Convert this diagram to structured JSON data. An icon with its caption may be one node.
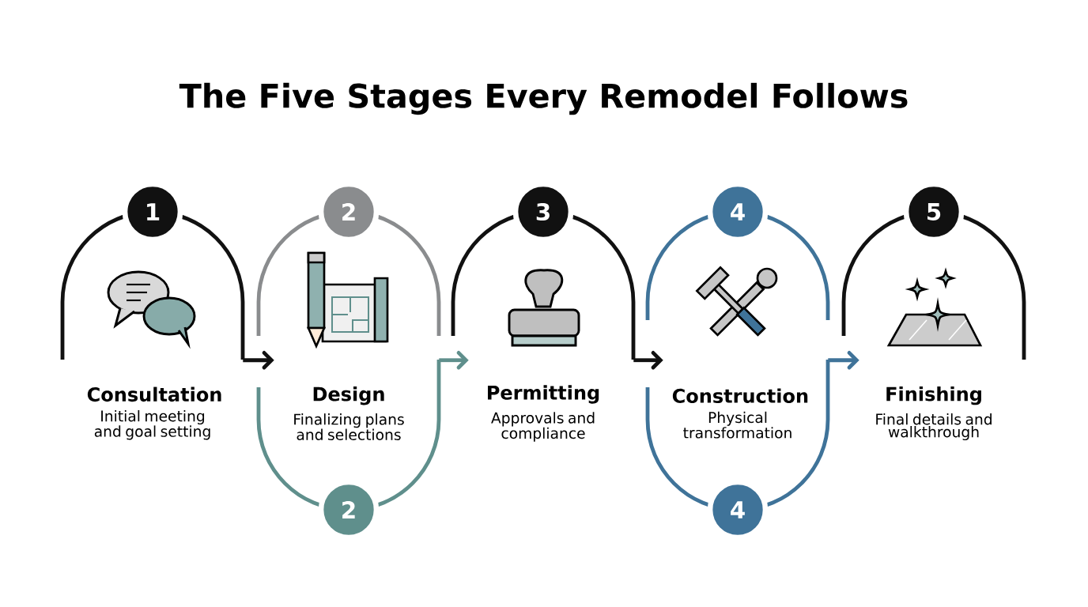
{
  "diagram": {
    "title": "The Five Stages Every Remodel Follows",
    "nodes": [
      {
        "text": [
          "1"
        ]
      },
      {
        "text": [
          "Consultation",
          "Initial meeting and goal setting"
        ]
      },
      {
        "text": [
          "2"
        ]
      },
      {
        "text": [
          "Design",
          "Finalizing plans and selections"
        ]
      },
      {
        "text": [
          "2"
        ]
      },
      {
        "text": [
          "3"
        ]
      },
      {
        "text": [
          "Permitting",
          "Approvals and compliance"
        ]
      },
      {
        "text": [
          "4"
        ]
      },
      {
        "text": [
          "Construction",
          "Physical transformation"
        ]
      },
      {
        "text": [
          "4"
        ]
      },
      {
        "text": [
          "5"
        ]
      },
      {
        "text": [
          "Finishing",
          "Final details and walkthrough"
        ]
      }
    ],
    "edges": [
      {
        "from": 1,
        "to": 3,
        "arrow": "to",
        "color": "#111111"
      },
      {
        "from": 3,
        "to": 6,
        "arrow": "to",
        "color": "#5f8f8c"
      },
      {
        "from": 6,
        "to": 8,
        "arrow": "to",
        "color": "#111111"
      },
      {
        "from": 8,
        "to": 11,
        "arrow": "to",
        "color": "#3f7399"
      }
    ]
  }
}
